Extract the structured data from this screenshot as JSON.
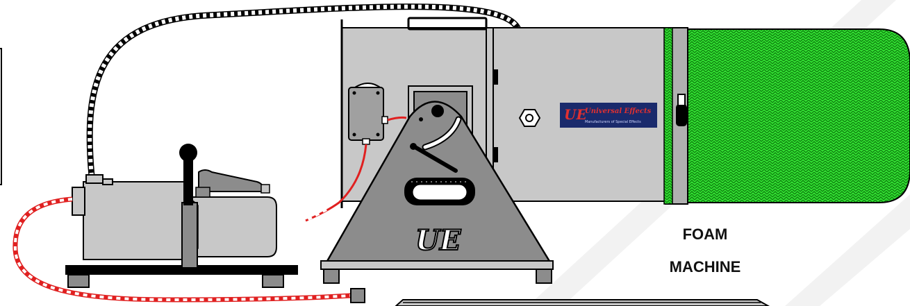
{
  "labels": {
    "machine_line1": "FOAM",
    "machine_line2": "MACHINE",
    "frame_logo": "UE",
    "decal_mark": "UE",
    "decal_brand": "Universal Effects",
    "decal_tagline": "Manufacturers of Special Effects"
  },
  "colors": {
    "body_gray": "#c8c8c8",
    "frame_gray": "#8c8c8c",
    "net_green": "#33dd33",
    "air_hose_red": "#e02020",
    "outline": "#000000",
    "decal_bg": "#1a2a6c",
    "decal_text": "#e03030"
  },
  "icons": {
    "air_hose": "striped-hose-icon",
    "control_box": "junction-box-icon",
    "valve": "hex-nut-icon",
    "handle": "carry-handle-icon"
  }
}
